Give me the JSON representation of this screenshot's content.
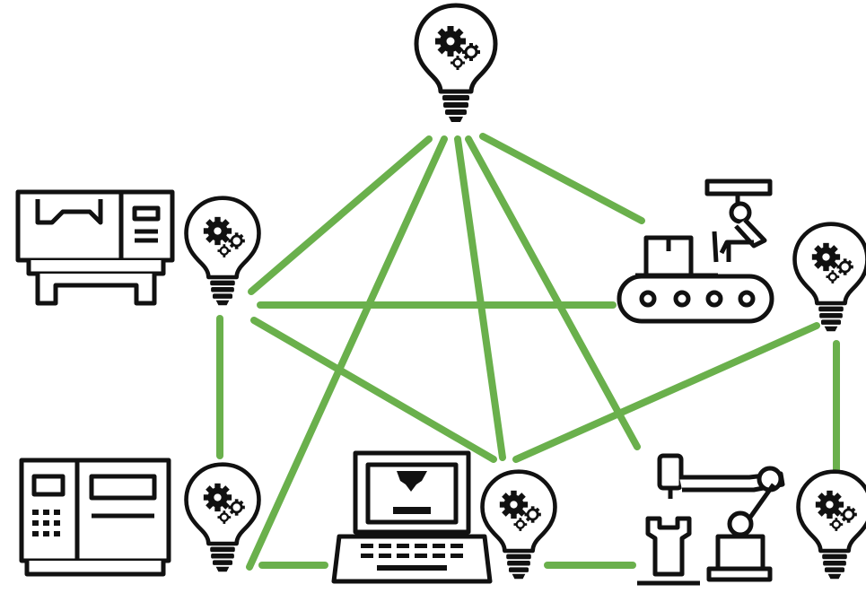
{
  "colors": {
    "link": "#6ab04c",
    "ink": "#111111",
    "paper": "#ffffff"
  },
  "nodes": [
    {
      "id": "bulb-top",
      "icon": "lightbulb-gears-icon"
    },
    {
      "id": "bulb-left-upper",
      "icon": "lightbulb-gears-icon"
    },
    {
      "id": "bulb-right-upper",
      "icon": "lightbulb-gears-icon"
    },
    {
      "id": "bulb-left-lower",
      "icon": "lightbulb-gears-icon"
    },
    {
      "id": "bulb-center-lower",
      "icon": "lightbulb-gears-icon"
    },
    {
      "id": "bulb-right-lower",
      "icon": "lightbulb-gears-icon"
    }
  ],
  "machines": [
    {
      "id": "cnc-machine",
      "icon": "cnc-machine-icon"
    },
    {
      "id": "conveyor-robot",
      "icon": "conveyor-robot-icon"
    },
    {
      "id": "control-cabinet",
      "icon": "control-cabinet-icon"
    },
    {
      "id": "3d-printer-laptop",
      "icon": "3d-printer-laptop-icon"
    },
    {
      "id": "robot-arm",
      "icon": "robot-arm-icon"
    }
  ],
  "links": [
    {
      "from": "bulb-top",
      "to": "bulb-left-upper"
    },
    {
      "from": "bulb-top",
      "to": "bulb-left-lower"
    },
    {
      "from": "bulb-top",
      "to": "bulb-center-lower"
    },
    {
      "from": "bulb-top",
      "to": "robot-arm"
    },
    {
      "from": "bulb-top",
      "to": "conveyor-robot"
    },
    {
      "from": "bulb-left-upper",
      "to": "conveyor-robot"
    },
    {
      "from": "bulb-left-upper",
      "to": "bulb-left-lower"
    },
    {
      "from": "bulb-left-upper",
      "to": "bulb-center-lower"
    },
    {
      "from": "bulb-right-upper",
      "to": "bulb-center-lower"
    },
    {
      "from": "bulb-right-upper",
      "to": "bulb-right-lower"
    },
    {
      "from": "bulb-left-lower",
      "to": "3d-printer-laptop"
    },
    {
      "from": "bulb-center-lower",
      "to": "robot-arm"
    }
  ]
}
